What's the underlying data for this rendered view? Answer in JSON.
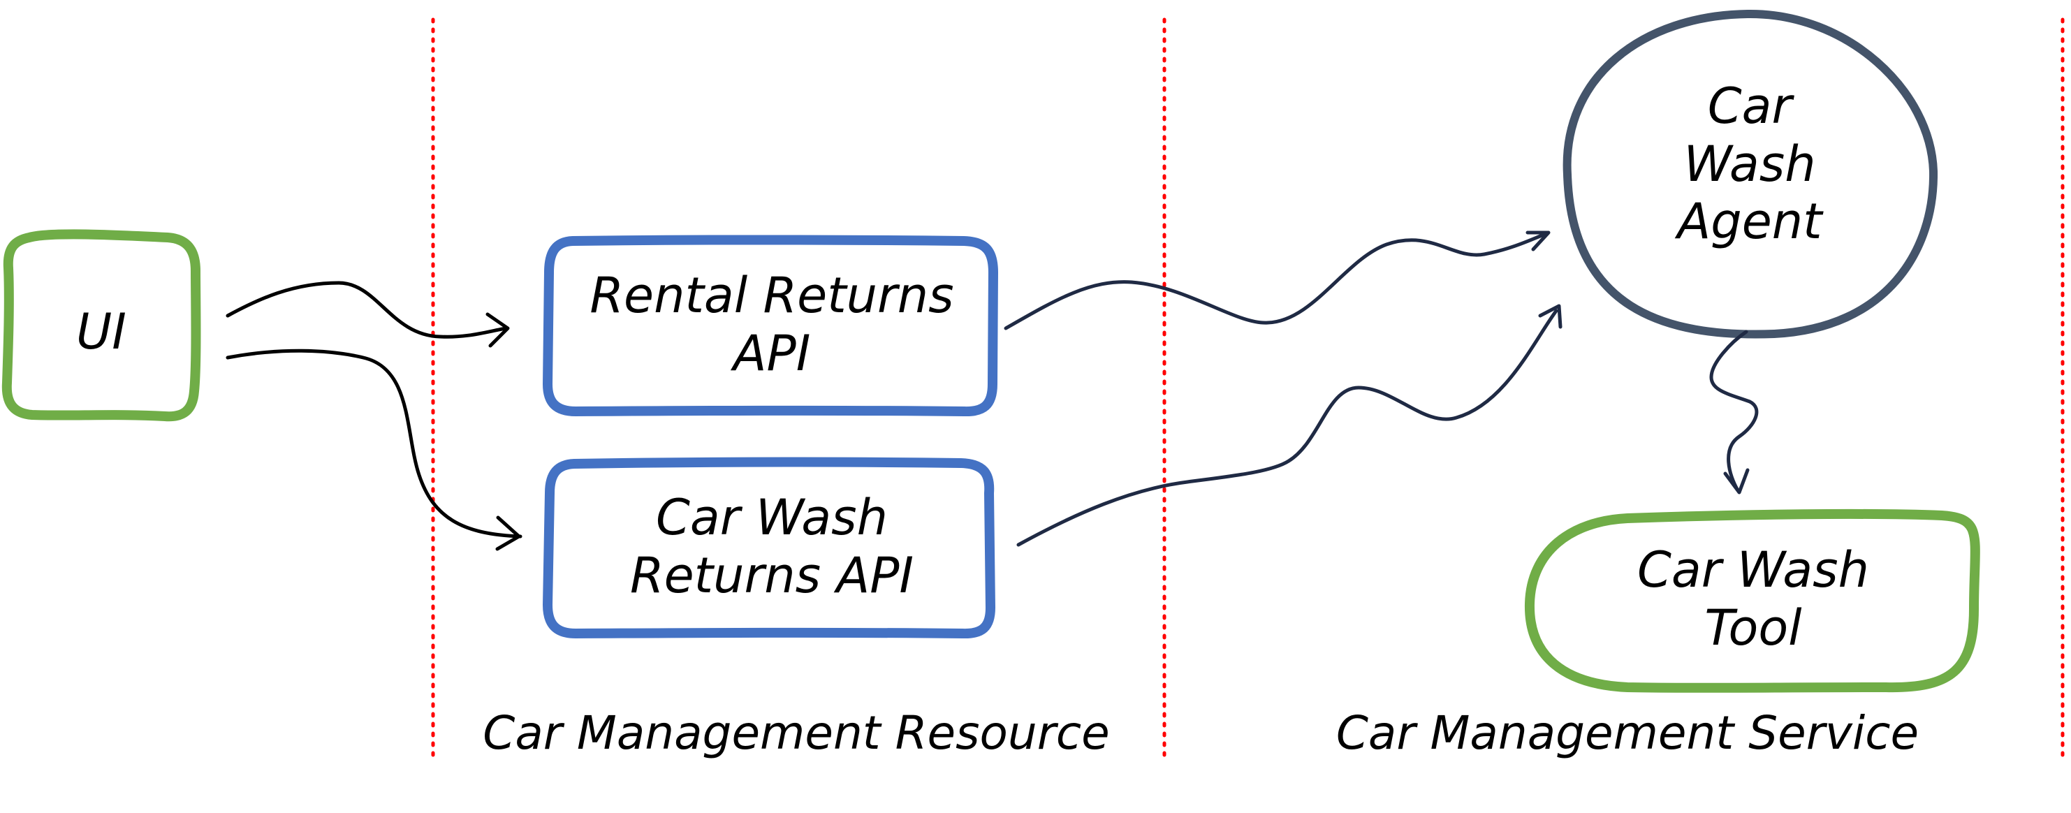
{
  "nodes": {
    "ui": {
      "line1": "UI"
    },
    "rental_returns_api": {
      "line1": "Rental Returns",
      "line2": "API"
    },
    "car_wash_returns_api": {
      "line1": "Car Wash",
      "line2": "Returns API"
    },
    "car_wash_agent": {
      "line1": "Car",
      "line2": "Wash",
      "line3": "Agent"
    },
    "car_wash_tool": {
      "line1": "Car Wash",
      "line2": "Tool"
    }
  },
  "zones": {
    "resource": "Car Management Resource",
    "service": "Car Management Service"
  },
  "colors": {
    "ui_border": "#70AD47",
    "api_border": "#4472C4",
    "agent_border": "#44546A",
    "tool_border": "#70AD47",
    "ui_arrows": "#000000",
    "service_arrows": "#1F2A44",
    "zone_divider": "#FF0000"
  },
  "icons": {
    "divider": "dotted-line",
    "arrowhead": "open-chevron-arrowhead"
  }
}
